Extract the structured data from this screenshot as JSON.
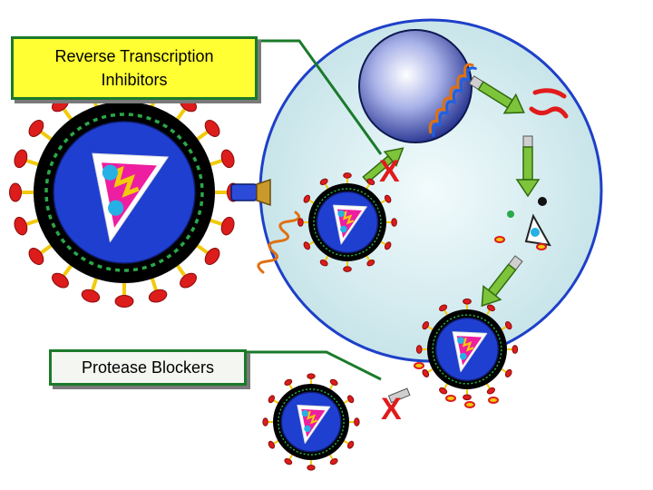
{
  "labels": {
    "reverse_transcription": "Reverse Transcription\nInhibitors",
    "protease": "Protease Blockers"
  },
  "colors": {
    "cell_fill": "#cfe8ec",
    "cell_border": "#1e40c8",
    "nucleus_outer": "#1e3a8a",
    "virus_black": "#000000",
    "virus_blue": "#1f3fd0",
    "spike_red": "#dd1c1c",
    "spike_yellow": "#f2c90c",
    "capsid_white": "#ffffff",
    "rna_magenta": "#ee1ea0",
    "dot_cyan": "#27b0e6",
    "arrow_green": "#7ec43a",
    "line_green": "#1a7a2a",
    "block_red": "#e11b1b",
    "dna_strand": "#2060e0",
    "rna_strand": "#e07010"
  },
  "symbols": {
    "block_mark": "X"
  }
}
